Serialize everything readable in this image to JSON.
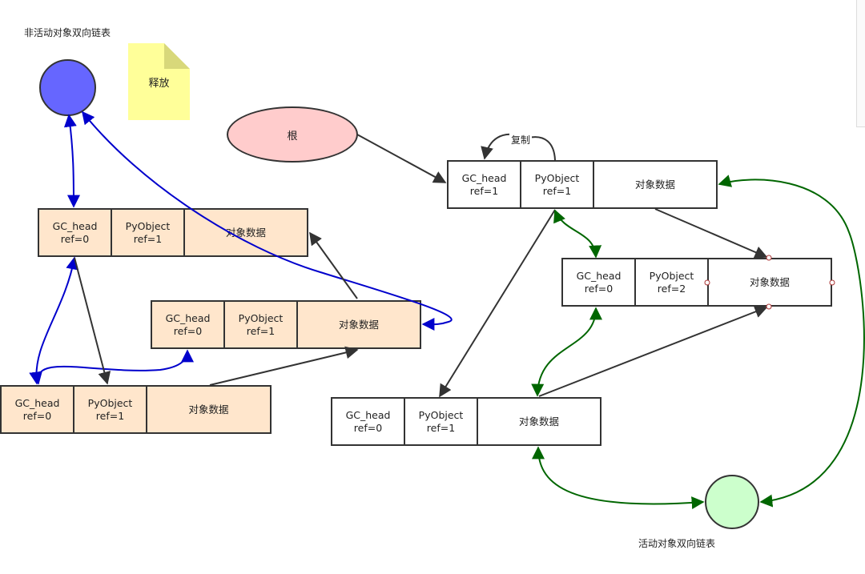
{
  "labels": {
    "inactive_list": "非活动对象双向链表",
    "active_list": "活动对象双向链表",
    "note": "释放",
    "root": "根",
    "copy": "复制"
  },
  "objects": {
    "a": {
      "gc": "GC_head",
      "ref": "ref=0",
      "py": "PyObject",
      "pyref": "ref=1",
      "data": "对象数据"
    },
    "b": {
      "gc": "GC_head",
      "ref": "ref=0",
      "py": "PyObject",
      "pyref": "ref=1",
      "data": "对象数据"
    },
    "c": {
      "gc": "GC_head",
      "ref": "ref=0",
      "py": "PyObject",
      "pyref": "ref=1",
      "data": "对象数据"
    },
    "d": {
      "gc": "GC_head",
      "ref": "ref=1",
      "py": "PyObject",
      "pyref": "ref=1",
      "data": "对象数据"
    },
    "e": {
      "gc": "GC_head",
      "ref": "ref=0",
      "py": "PyObject",
      "pyref": "ref=2",
      "data": "对象数据"
    },
    "f": {
      "gc": "GC_head",
      "ref": "ref=0",
      "py": "PyObject",
      "pyref": "ref=1",
      "data": "对象数据"
    }
  },
  "colors": {
    "inactive_head": "#6666ff",
    "active_head": "#ccffcc",
    "inactive_fill": "#ffe6cc",
    "root_fill": "#ffcccc",
    "note_fill": "#ffff99",
    "blue_link": "#0000cc",
    "green_link": "#006600",
    "reference": "#333333"
  }
}
